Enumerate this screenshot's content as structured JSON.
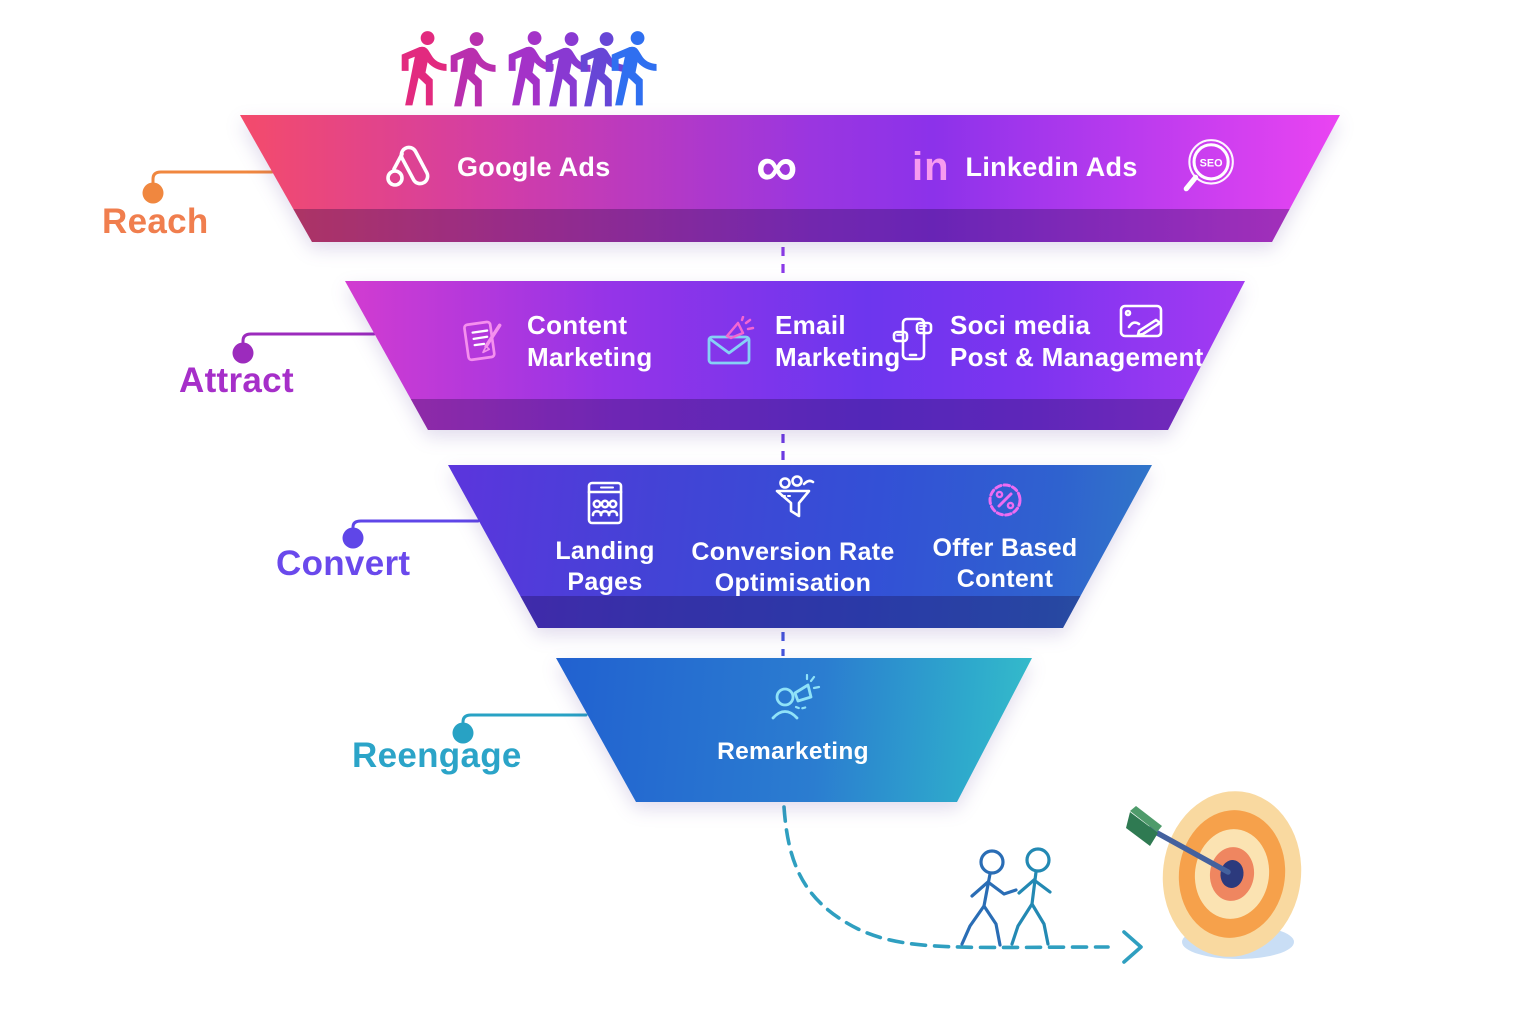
{
  "funnel": {
    "stages": [
      {
        "label": "Reach",
        "accent": "#F07E4E",
        "items": [
          {
            "name": "google-ads",
            "text": "Google Ads"
          },
          {
            "name": "meta-infinity",
            "text": ""
          },
          {
            "name": "linkedin-ads",
            "text": "Linkedin Ads"
          },
          {
            "name": "seo",
            "text": ""
          }
        ]
      },
      {
        "label": "Attract",
        "accent": "#A62FC9",
        "items": [
          {
            "name": "content-marketing",
            "text": "Content\nMarketing"
          },
          {
            "name": "email-marketing",
            "text": "Email\nMarketing"
          },
          {
            "name": "social-media",
            "text": "Soci media\nPost & Management"
          }
        ]
      },
      {
        "label": "Convert",
        "accent": "#6A49EC",
        "items": [
          {
            "name": "landing-pages",
            "text": "Landing\nPages"
          },
          {
            "name": "conversion-rate-optimisation",
            "text": "Conversion Rate\nOptimisation"
          },
          {
            "name": "offer-based-content",
            "text": "Offer Based\nContent"
          }
        ]
      },
      {
        "label": "Reengage",
        "accent": "#2BA4C8",
        "items": [
          {
            "name": "remarketing",
            "text": "Remarketing"
          }
        ]
      }
    ]
  },
  "glyphs": {
    "meta": "∞",
    "linkedin": "in",
    "seo": "SEO"
  },
  "decor": {
    "walker_colors": [
      "#E22A7F",
      "#B92FAE",
      "#A432C8",
      "#8939D2",
      "#6746D6",
      "#2F6FF0"
    ],
    "band_gradients": [
      [
        "#F44B6B",
        "#9A36E0",
        "#EA44F2"
      ],
      [
        "#D23CD0",
        "#6D36EE",
        "#A43AF2"
      ],
      [
        "#5C35DD",
        "#3350D6",
        "#3178C8"
      ],
      [
        "#2161D0",
        "#2EA9CC",
        "#35BDCA"
      ]
    ],
    "dashed_path_color": "#2F9FC0",
    "target_ring_colors": [
      "#F9D9A0",
      "#F6A14B",
      "#FBE3B2",
      "#EF8660",
      "#2C3A7D"
    ]
  }
}
